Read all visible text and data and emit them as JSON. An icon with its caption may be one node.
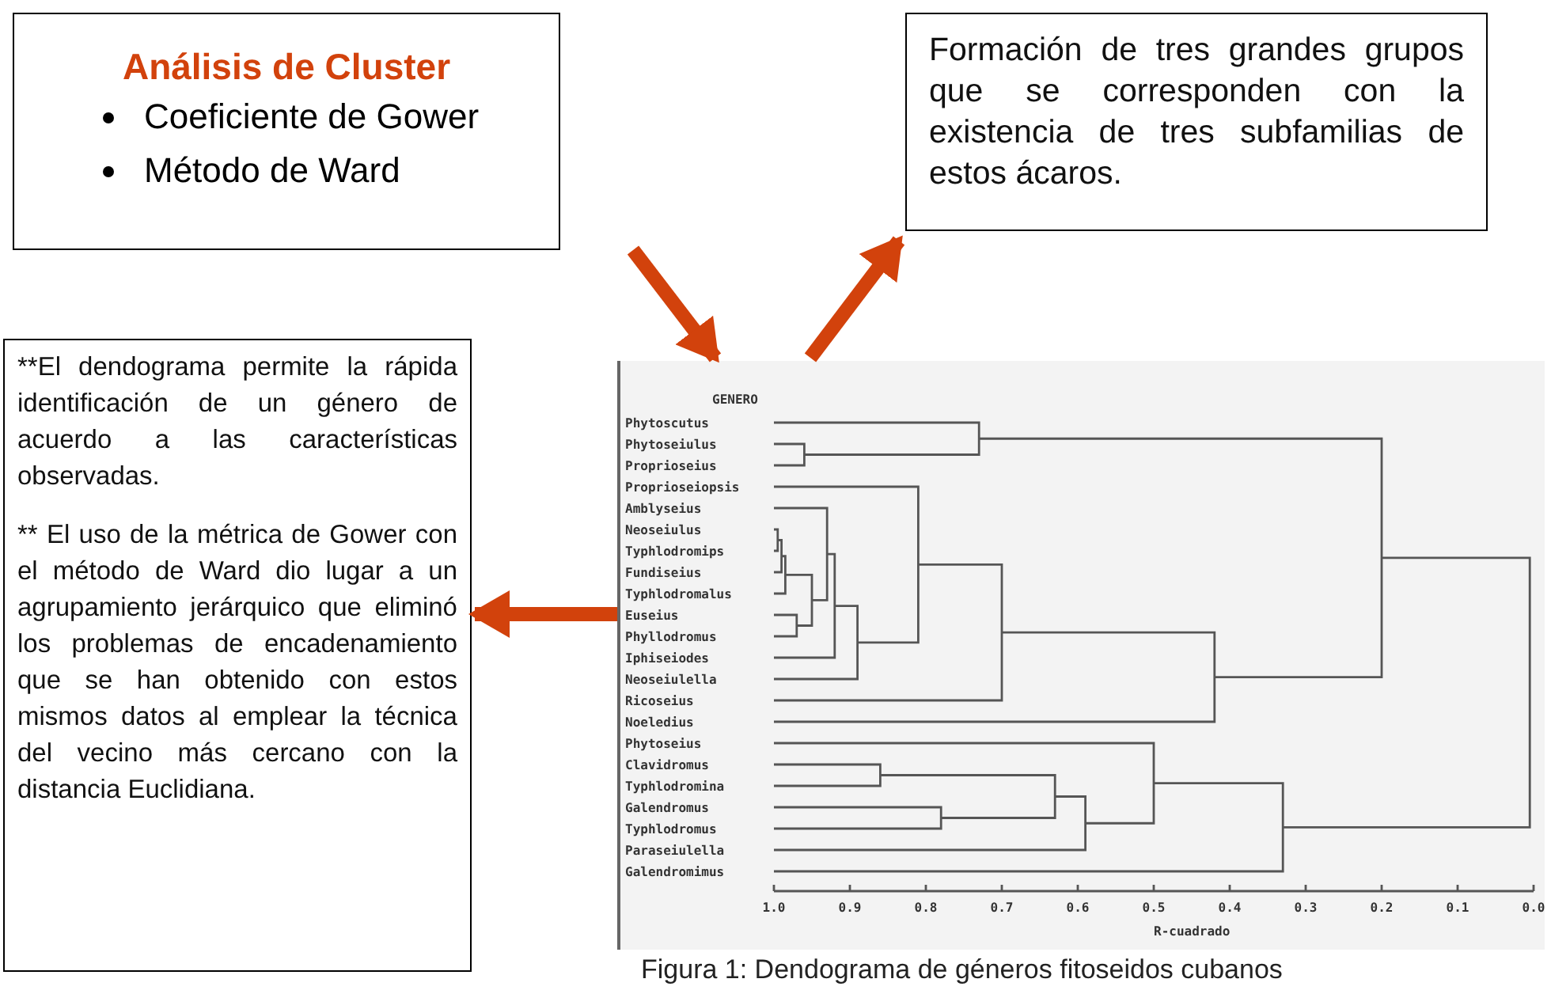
{
  "diagram": {
    "caption": "Figura 1: Dendograma de géneros fitoseidos cubanos",
    "nodes": [
      {
        "text": [
          "Análisis de Cluster",
          "Coeficiente de Gower",
          "Método de Ward"
        ]
      },
      {
        "text": [
          "Formación de tres grandes grupos que se corresponden con la existencia de tres subfamilias de estos ácaros."
        ]
      },
      {
        "text": [
          "**El dendograma permite la rápida identificación de un género de acuerdo a las características observadas.",
          "** El uso de la métrica de Gower con el método de Ward dio lugar a un agrupamiento jerárquico que eliminó los problemas de encadenamiento que se han obtenido con estos mismos datos al emplear la técnica del vecino más cercano con la distancia Euclidiana."
        ]
      },
      {
        "text": [],
        "shape": "picture"
      }
    ],
    "edges": [
      {
        "from": 0,
        "to": 3,
        "arrow": "to"
      },
      {
        "from": 3,
        "to": 1,
        "arrow": "to"
      },
      {
        "from": 3,
        "to": 2,
        "arrow": "to"
      }
    ],
    "labels": [
      "GENERO",
      "Phytoscutus",
      "Phytoseiulus",
      "Proprioseius",
      "Proprioseiopsis",
      "Amblyseius",
      "Neoseiulus",
      "Typhlodromips",
      "Fundiseius",
      "Typhlodromalus",
      "Euseius",
      "Phyllodromus",
      "Iphiseiodes",
      "Neoseiulella",
      "Ricoseius",
      "Noeledius",
      "Phytoseius",
      "Clavidromus",
      "Typhlodromina",
      "Galendromus",
      "Typhlodromus",
      "Paraseiulella",
      "Galendromimus",
      "1.0",
      "0.9",
      "0.8",
      "0.7",
      "0.6",
      "0.5",
      "0.4",
      "0.3",
      "0.2",
      "0.1",
      "0.0",
      "R-cuadrado"
    ]
  }
}
